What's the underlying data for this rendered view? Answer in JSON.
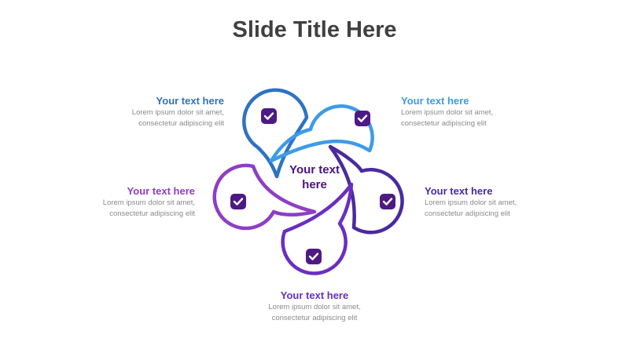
{
  "title": "Slide Title Here",
  "center": {
    "line1": "Your text",
    "line2": "here"
  },
  "items": [
    {
      "heading": "Your text here",
      "body1": "Lorem ipsum dolor sit amet,",
      "body2": "consectetur adipiscing elit",
      "color": "#2e73c2",
      "icon": "check-icon"
    },
    {
      "heading": "Your text here",
      "body1": "Lorem ipsum dolor sit amet,",
      "body2": "consectetur adipiscing elit",
      "color": "#3d9be9",
      "icon": "check-icon"
    },
    {
      "heading": "Your text here",
      "body1": "Lorem ipsum dolor sit amet,",
      "body2": "consectetur adipiscing elit",
      "color": "#4a2a9e",
      "icon": "check-icon"
    },
    {
      "heading": "Your text here",
      "body1": "Lorem ipsum dolor sit amet,",
      "body2": "consectetur adipiscing elit",
      "color": "#6a2fc0",
      "icon": "check-icon"
    },
    {
      "heading": "Your text here",
      "body1": "Lorem ipsum dolor sit amet,",
      "body2": "consectetur adipiscing elit",
      "color": "#8e3ec4",
      "icon": "check-icon"
    }
  ],
  "colors": {
    "icon_bg": "#4d1a85",
    "center_text": "#4a1480"
  }
}
